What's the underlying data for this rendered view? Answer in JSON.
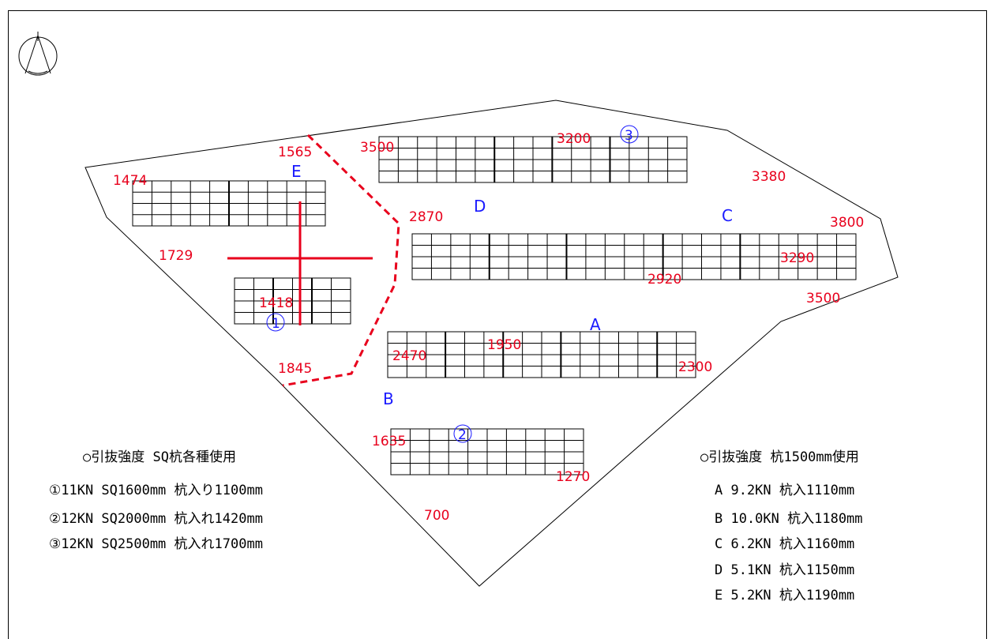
{
  "zones": {
    "A": "A",
    "B": "B",
    "C": "C",
    "D": "D",
    "E": "E"
  },
  "dimensions": {
    "d1565": "1565",
    "d3500_top": "3500",
    "d3200": "3200",
    "d3380": "3380",
    "d1474": "1474",
    "d2870": "2870",
    "d3800": "3800",
    "d1729": "1729",
    "d3290": "3290",
    "d2920": "2920",
    "d1418": "1418",
    "d3500_right": "3500",
    "d1950": "1950",
    "d2470": "2470",
    "d2300": "2300",
    "d1845": "1845",
    "d1635": "1635",
    "d1270": "1270",
    "d700": "700"
  },
  "markers": {
    "m1": "①",
    "m2": "②",
    "m3": "③"
  },
  "legend_left": {
    "title": "○引抜強度 SQ杭各種使用",
    "rows": [
      "①11KN SQ1600mm 杭入り1100mm",
      "②12KN SQ2000mm 杭入れ1420mm",
      "③12KN SQ2500mm 杭入れ1700mm"
    ]
  },
  "legend_right": {
    "title": "○引抜強度 杭1500mm使用",
    "rows": [
      "A 9.2KN 杭入1110mm",
      "B 10.0KN 杭入1180mm",
      "C 6.2KN 杭入1160mm",
      "D 5.1KN 杭入1150mm",
      "E 5.2KN 杭入1190mm"
    ]
  },
  "colors": {
    "dimension": "#e8001c",
    "zone_label": "#1a1aff",
    "line": "#000000",
    "boundary_dashed": "#e8001c"
  },
  "icons": {
    "north": "north-arrow-icon"
  }
}
